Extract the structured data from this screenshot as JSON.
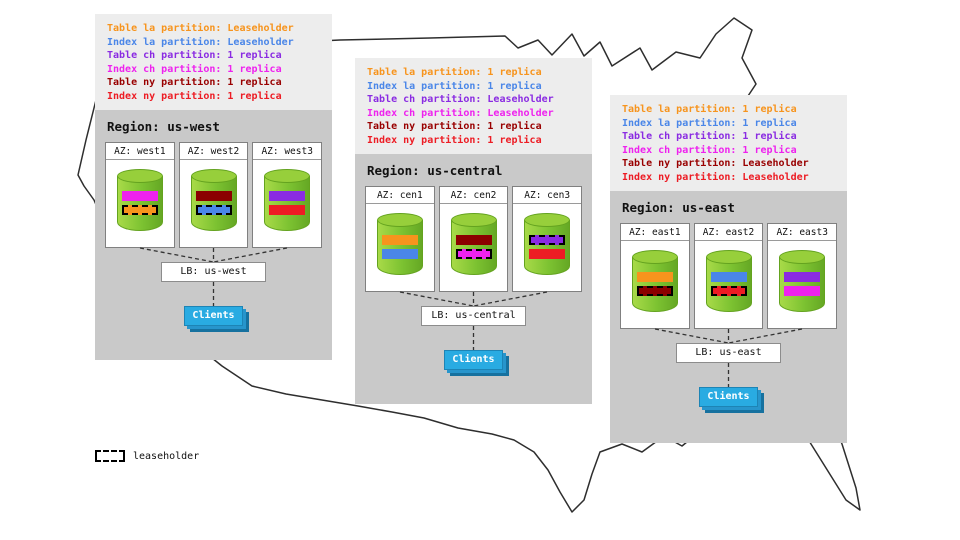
{
  "key": {
    "label": "leaseholder"
  },
  "regions": [
    {
      "name": "us-west",
      "title": "Region: us-west",
      "lb": "LB: us-west",
      "clients": "Clients",
      "notes": [
        {
          "text": "Table la partition: Leaseholder",
          "color": "#f7941d"
        },
        {
          "text": "Index la partition: Leaseholder",
          "color": "#4a86e8"
        },
        {
          "text": "Table ch partition: 1 replica",
          "color": "#8a2be2"
        },
        {
          "text": "Index ch partition: 1 replica",
          "color": "#ee22ee"
        },
        {
          "text": "Table ny partition: 1 replica",
          "color": "#990000"
        },
        {
          "text": "Index ny partition: 1 replica",
          "color": "#ed1c24"
        }
      ],
      "azs": [
        {
          "label": "AZ: west1",
          "bars": [
            {
              "color": "#ee22ee",
              "leaseholder": false
            },
            {
              "color": "#f7941d",
              "leaseholder": true
            }
          ]
        },
        {
          "label": "AZ: west2",
          "bars": [
            {
              "color": "#8b0000",
              "leaseholder": false
            },
            {
              "color": "#4a86e8",
              "leaseholder": true
            }
          ]
        },
        {
          "label": "AZ: west3",
          "bars": [
            {
              "color": "#8a2be2",
              "leaseholder": false
            },
            {
              "color": "#ed1c24",
              "leaseholder": false
            }
          ]
        }
      ]
    },
    {
      "name": "us-central",
      "title": "Region: us-central",
      "lb": "LB: us-central",
      "clients": "Clients",
      "notes": [
        {
          "text": "Table la partition: 1 replica",
          "color": "#f7941d"
        },
        {
          "text": "Index la partition: 1 replica",
          "color": "#4a86e8"
        },
        {
          "text": "Table ch partition: Leaseholder",
          "color": "#8a2be2"
        },
        {
          "text": "Index ch partition: Leaseholder",
          "color": "#ee22ee"
        },
        {
          "text": "Table ny partition: 1 replica",
          "color": "#990000"
        },
        {
          "text": "Index ny partition: 1 replica",
          "color": "#ed1c24"
        }
      ],
      "azs": [
        {
          "label": "AZ: cen1",
          "bars": [
            {
              "color": "#f7941d",
              "leaseholder": false
            },
            {
              "color": "#4a86e8",
              "leaseholder": false
            }
          ]
        },
        {
          "label": "AZ: cen2",
          "bars": [
            {
              "color": "#8b0000",
              "leaseholder": false
            },
            {
              "color": "#ee22ee",
              "leaseholder": true
            }
          ]
        },
        {
          "label": "AZ: cen3",
          "bars": [
            {
              "color": "#8a2be2",
              "leaseholder": true
            },
            {
              "color": "#ed1c24",
              "leaseholder": false
            }
          ]
        }
      ]
    },
    {
      "name": "us-east",
      "title": "Region: us-east",
      "lb": "LB: us-east",
      "clients": "Clients",
      "notes": [
        {
          "text": "Table la partition: 1 replica",
          "color": "#f7941d"
        },
        {
          "text": "Index la partition: 1 replica",
          "color": "#4a86e8"
        },
        {
          "text": "Table ch partition: 1 replica",
          "color": "#8a2be2"
        },
        {
          "text": "Index ch partition: 1 replica",
          "color": "#ee22ee"
        },
        {
          "text": "Table ny partition: Leaseholder",
          "color": "#990000"
        },
        {
          "text": "Index ny partition: Leaseholder",
          "color": "#ed1c24"
        }
      ],
      "azs": [
        {
          "label": "AZ: east1",
          "bars": [
            {
              "color": "#f7941d",
              "leaseholder": false
            },
            {
              "color": "#8b0000",
              "leaseholder": true
            }
          ]
        },
        {
          "label": "AZ: east2",
          "bars": [
            {
              "color": "#4a86e8",
              "leaseholder": false
            },
            {
              "color": "#ed1c24",
              "leaseholder": true
            }
          ]
        },
        {
          "label": "AZ: east3",
          "bars": [
            {
              "color": "#8a2be2",
              "leaseholder": false
            },
            {
              "color": "#ee22ee",
              "leaseholder": false
            }
          ]
        }
      ]
    }
  ]
}
